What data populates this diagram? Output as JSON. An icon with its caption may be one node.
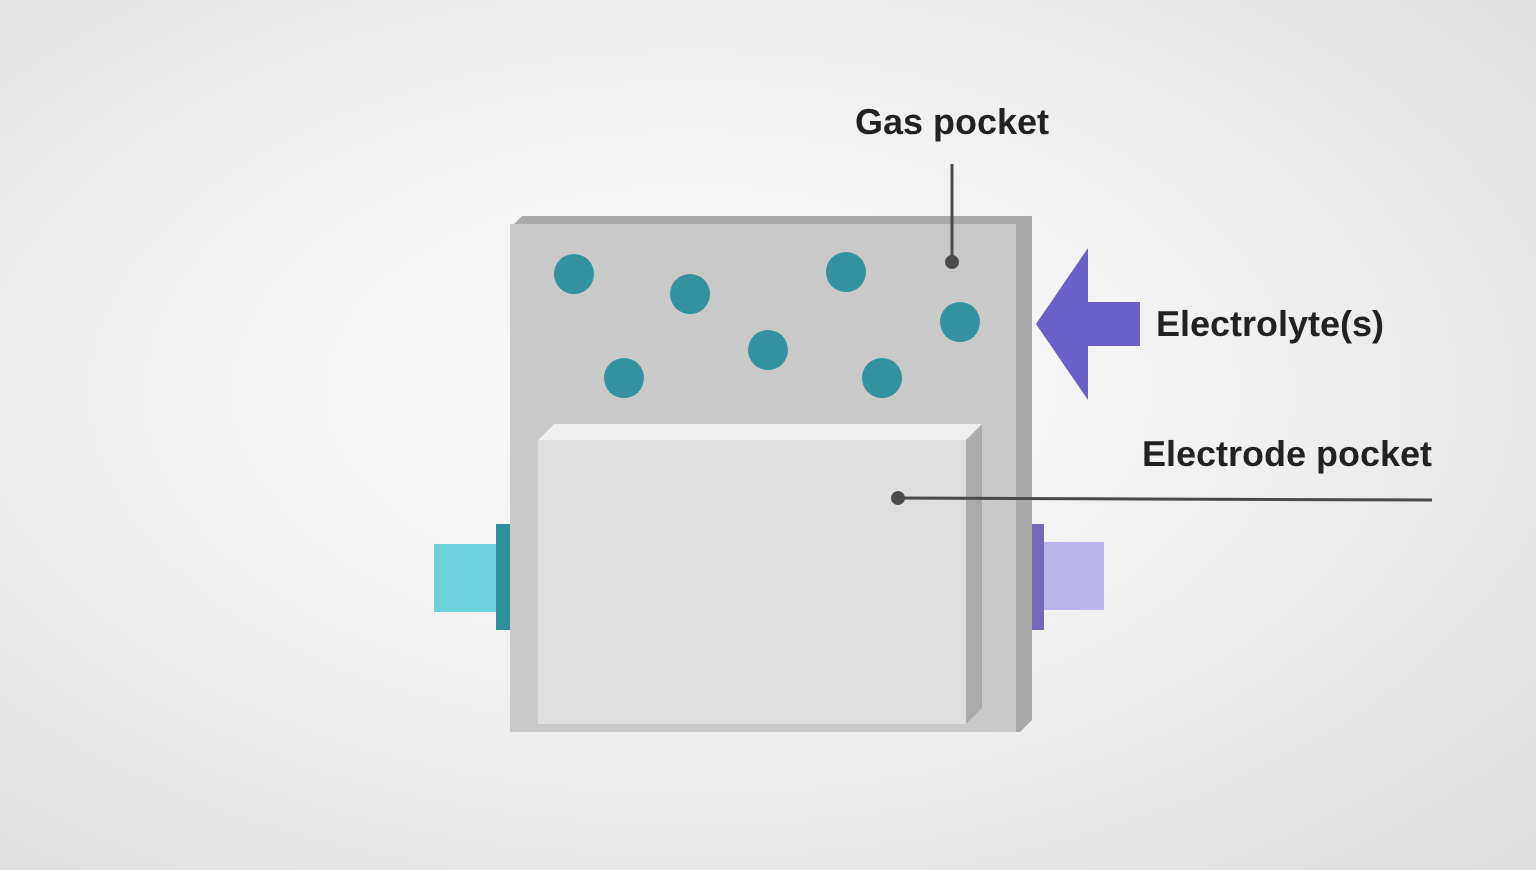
{
  "diagram": {
    "nodes": [
      {
        "text": [
          "Gas pocket"
        ]
      },
      {
        "text": [],
        "shape": "box"
      },
      {
        "text": [],
        "shape": "box",
        "in": 1
      },
      {
        "text": [
          "Electrode pocket"
        ]
      },
      {
        "text": [
          "Electrolyte(s)"
        ]
      }
    ],
    "edges": [
      {
        "from": 0,
        "to": 1,
        "arrow": "other"
      },
      {
        "from": 3,
        "to": 2,
        "arrow": "other"
      },
      {
        "from": 4,
        "to": 1,
        "arrow": "to",
        "style": "thick",
        "color": "#6b5fc9"
      }
    ]
  }
}
